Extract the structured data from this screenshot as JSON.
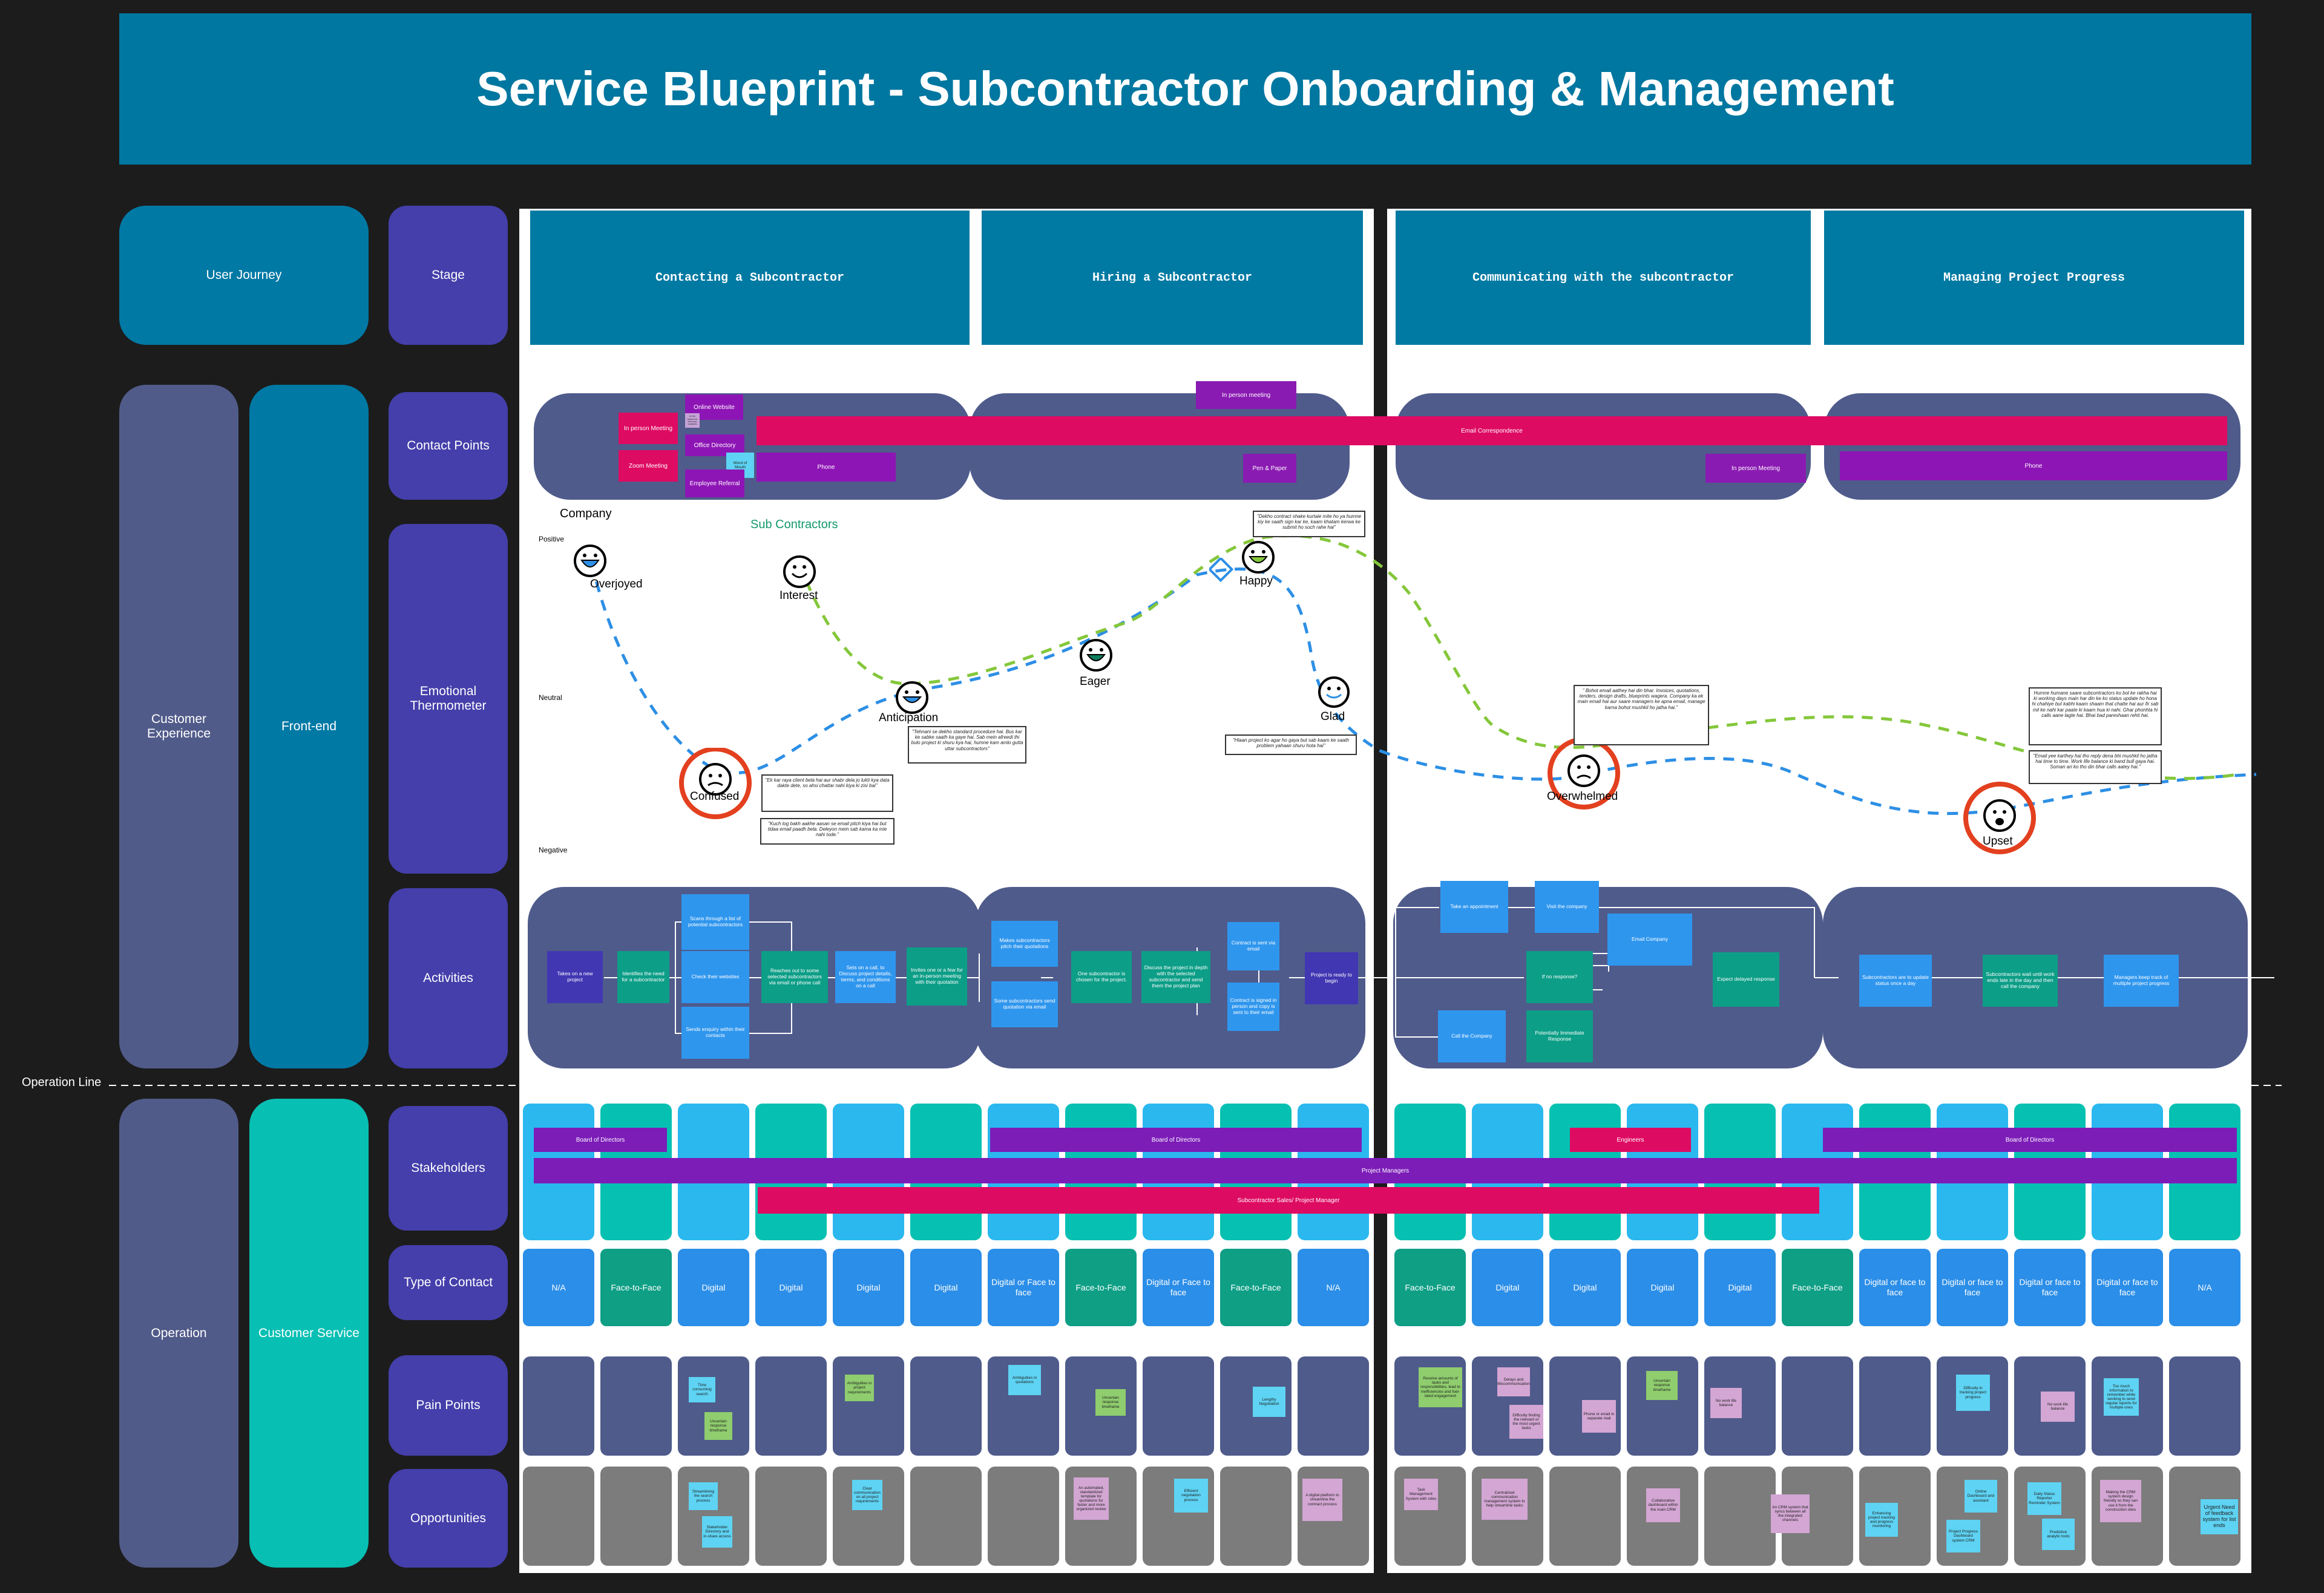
{
  "title": "Service Blueprint - Subcontractor Onboarding & Management",
  "rows": {
    "user_journey": "User Journey",
    "stage": "Stage",
    "customer_experience": "Customer Experience",
    "front_end": "Front-end",
    "contact_points": "Contact Points",
    "emotional_thermometer": "Emotional Thermometer",
    "activities": "Activities",
    "operation_line": "Operation Line",
    "operation": "Operation",
    "customer_service": "Customer Service",
    "stakeholders": "Stakeholders",
    "type_of_contact": "Type of Contact",
    "pain_points": "Pain Points",
    "opportunities": "Opportunities"
  },
  "stages": [
    "Contacting a Subcontractor",
    "Hiring a Subcontractor",
    "Communicating with the subcontractor",
    "Managing Project Progress"
  ],
  "contact_points": {
    "online_website": "Online Website",
    "in_person_meeting": "In person Meeting",
    "office_directory": "Office Directory",
    "zoom_meeting": "Zoom Meeting",
    "word_of_mouth": "Word of Mouth",
    "employee_referral": "Employee Referral",
    "phone": "Phone",
    "email_correspondence": "Email Correspondence",
    "in_person_meeting_2": "In person meeting",
    "pen_paper": "Pen & Paper",
    "in_person_meeting_3": "In person Meeting",
    "phone_2": "Phone",
    "sticky_note": "In the search to find new contacts"
  },
  "emotion": {
    "axis_positive": "Positive",
    "axis_neutral": "Neutral",
    "axis_negative": "Negative",
    "company_label": "Company",
    "sub_label": "Sub Contractors",
    "points": [
      "Overjoyed",
      "Confused",
      "Interest",
      "Anticipation",
      "Eager",
      "Happy",
      "Glad",
      "Overwhelmed",
      "Upset"
    ],
    "quotes": [
      "\"Dekho contract shake kurtaie mite ho ya humne kiy ke saath sign kar ke, kaam khatam kerwa ke submit ho soch rahe hai\"",
      "\"Ek kar raya client bela hai aur shabr dela jo lukti kya data dakte dete, so ahsi chattar nahi kiya ki zisi bai\"",
      "\"Tehnani se dekho standard procedure hai. Bus kar ke sabke saath ka gaye hai. Sab mein afreedi thi bulo project ki shuru kya hai, humne kam amlo gutta uttar subcontractors\"",
      "\"Kuch log bakh aakhe aasan se email pitch kiya hai but tidaa email paadh bela. Deleyon mein sab kama ka mie nahi tode.\"",
      "\"Hlaan project ko agar ho gaya but sab kaam ke saath problem yahaan shuru hota hai\"",
      "\" Bohot email aathey hai din bhar. Invoices, quotations, tenders, design drafts, blueprints wagera. Company ka ek main email hai aur saare managers ke apna email, manage karna bohot mushkil ho jatha hai.\"",
      "Humne humane saare subcontractors ko bol ke rakha hai ki working days main har din ke ko status update ho hona hi chahiye but kabhi kaam shaam that chatte hai aur fir sab mil ke nahi kar paate ki kaam hua ki nahi. Ghar phonhta hi calls aane lagte hai. Bhai bad pareshaan rehti hai.",
      "\"Email yee karthey hai tho reply dena bhi mushkil ho jatha hai time to time. Work life balance ki band bull gaya hai. Soman ari ko tho din bhar calls aatey hai.\""
    ]
  },
  "activities": {
    "a1": "Takes on a new project",
    "a2": "Identifies the need for a subcontractor",
    "a3": "Scans through a list of potential subcontractors",
    "a4": "Check their websites",
    "a5": "Sends enquiry within their contacts",
    "a6": "Reaches out to some selected subcontractors via email or phone call",
    "a7": "Sets on a call, to Discuss project details, terms, and conditions on a call",
    "a8": "Invites one or a few for an in-person meeting with their quotation",
    "a9": "Makes subcontractors pitch their quotations",
    "a10": "Some subcontractors send quotation via email",
    "a11": "One subcontractor is chosen for the project.",
    "a12": "Discuss the project in depth with the selected subcontractor and send them the project plan",
    "a13": "Contract is sent via email",
    "a14": "Contract is signed in person and copy is sent to their email",
    "a15": "Project is ready to begin",
    "b1": "Take an appointment",
    "b2": "Visit the company",
    "b3": "Email Company",
    "b4": "If no response?",
    "b5": "Expect delayed response",
    "b6": "Call the Company",
    "b7": "Potentially Immediate Response",
    "c1": "Subcontractors are to update status once a day",
    "c2": "Subcontractors wait until work ends late in the day and then call the company",
    "c3": "Managers keep track of multiple project progress"
  },
  "stakeholders": {
    "board1": "Board of Directors",
    "board2": "Board of Directors",
    "engineers": "Engineers",
    "board3": "Board of Directors",
    "project_managers": "Project Managers",
    "sub_sales": "Subcontractor Sales/ Project Manager"
  },
  "type_of_contact": [
    "N/A",
    "Face-to-Face",
    "Digital",
    "Digital",
    "Digital",
    "Digital",
    "Digital or Face to face",
    "Face-to-Face",
    "Digital or Face to face",
    "Face-to-Face",
    "N/A",
    "Face-to-Face",
    "Digital",
    "Digital",
    "Digital",
    "Digital",
    "Face-to-Face",
    "Digital or face to face",
    "Digital or face to face",
    "Digital or face to face",
    "Digital or face to face",
    "N/A"
  ],
  "pain_points": [
    "Time consuming search",
    "Uncertain response timeframe",
    "Ambiguities in project requirements",
    "Ambiguities in quotations",
    "Uncertain response timeframe",
    "Lengthy Negotiation",
    "Receive amounts of tasks and responsibilities, lead to inefficiencies and fuel-lated engagement",
    "Delays and Miscommunication",
    "Difficulty finding the relevant or the most urgent tasks",
    "Phone or email in separate mail",
    "Uncertain response timeframe",
    "No work life balance",
    "Difficulty in tracking project progress",
    "No work life balance",
    "Too much information to remember while working to send regular reports for multiple ones"
  ],
  "opportunities": [
    "Streamlining the search process",
    "Stakeholder Directory and in-share access",
    "Clear communication on all project requirements",
    "An automated, standardized template for quotations for faster and more organized review",
    "Efficient negotiation process",
    "A digital platform to streamline the contract process",
    "Task Management System with roles",
    "Centralized communication management system to help streamline tasks",
    "Collaborative dashboard within the main CRM",
    "An CRM system that syncs between all the integrated channels",
    "Enhancing project tracking and progress monitoring",
    "Online Dashboard and assistant",
    "Project Progress Dashboard system CRM",
    "Daily Status Reporter Reminder System",
    "Predictive analytic tools",
    "Making the CRM system design friendly so they can use it from the construction sites",
    "Urgent Need of feedback system for list ends"
  ]
}
